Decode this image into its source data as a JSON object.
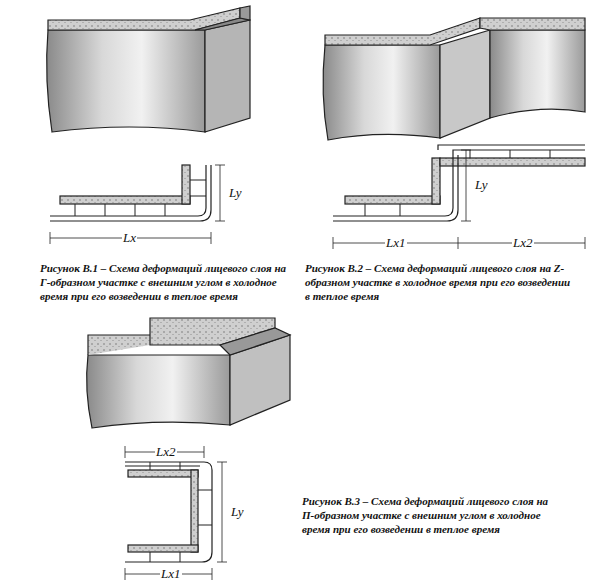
{
  "diagram": {
    "labels": [
      "Ly",
      "Lx",
      "Ly",
      "Lx1",
      "Lx2",
      "Lx2",
      "Ly",
      "Lx1",
      "Рисунок В.1 – Схема деформаций лицевого слоя на Г-образном участке с внешним углом в холодное время при его возведении в теплое время",
      "Рисунок В.2 – Схема деформаций лицевого слоя на Z-образном участке в холодное время при его возведении в теплое время",
      "Рисунок В.3 – Схема деформаций лицевого слоя на П-образном участке с внешним углом в холодное время при его возведении в теплое время"
    ]
  }
}
